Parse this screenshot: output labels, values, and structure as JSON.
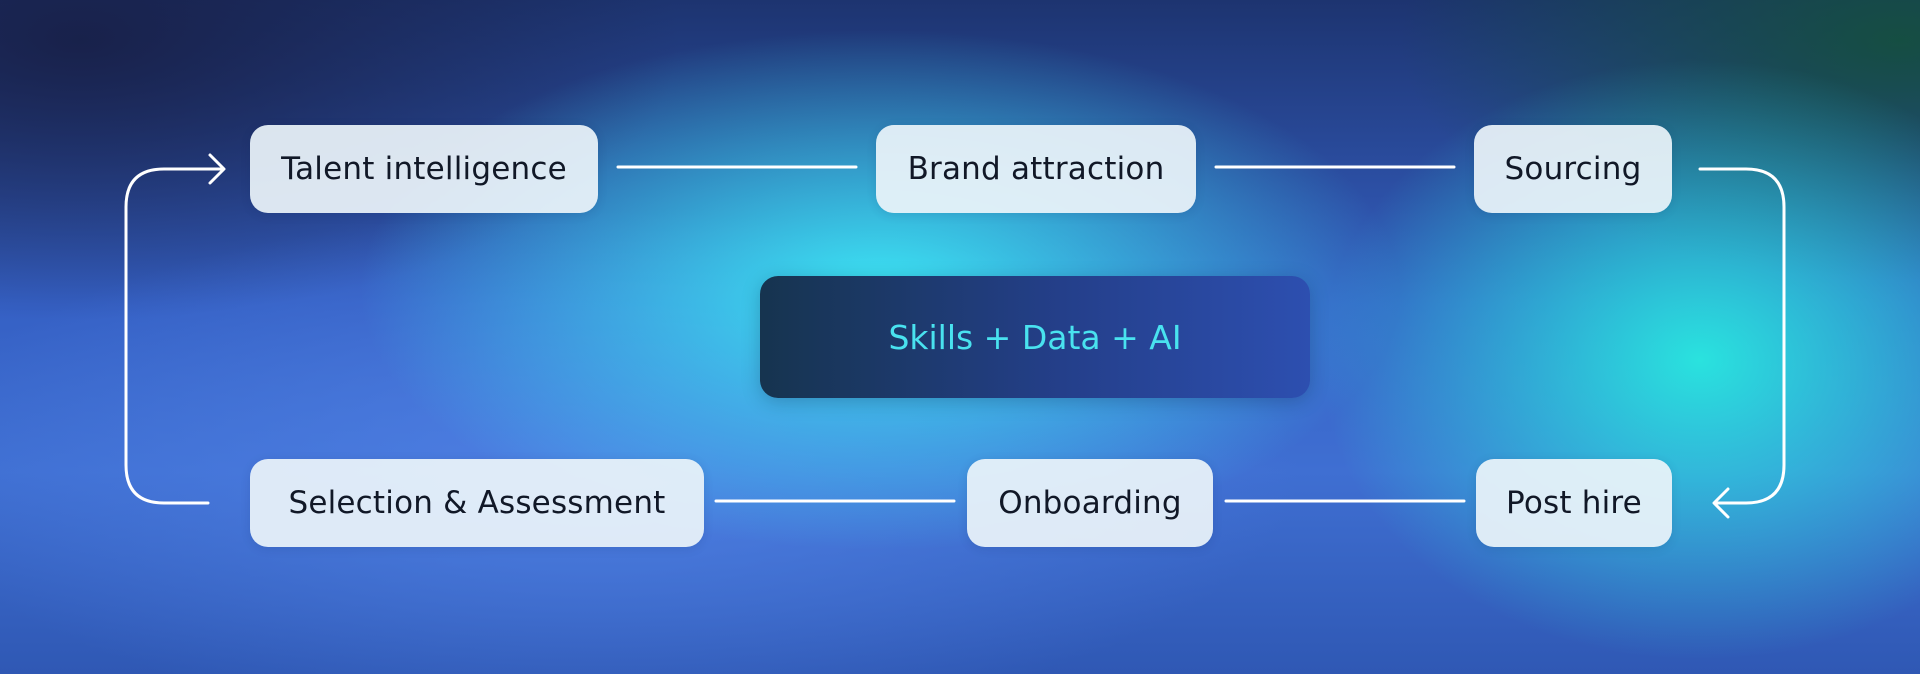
{
  "diagram": {
    "core_label": "Skills + Data + AI",
    "stages": {
      "talent_intelligence": "Talent intelligence",
      "brand_attraction": "Brand attraction",
      "sourcing": "Sourcing",
      "post_hire": "Post hire",
      "onboarding": "Onboarding",
      "selection_assessment": "Selection & Assessment"
    },
    "colors": {
      "node_fill": "#ECF4FA",
      "node_text": "#111827",
      "core_fill": "#1E3A7A",
      "core_text": "#49E2EF",
      "connector": "#FFFFFF"
    }
  }
}
